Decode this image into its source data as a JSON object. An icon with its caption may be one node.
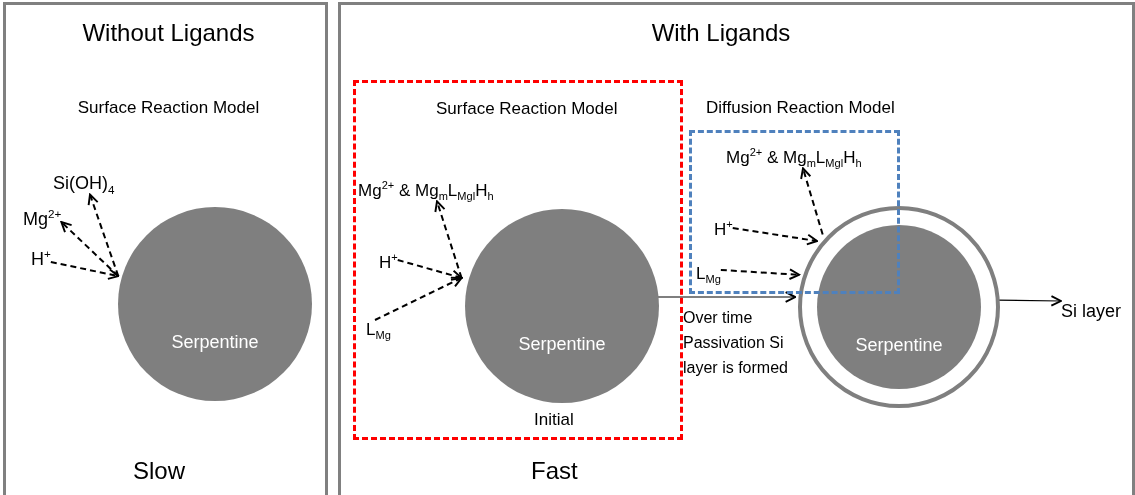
{
  "diagram": {
    "nodes": [
      {
        "text": [
          "Without Ligands",
          "Surface Reaction Model",
          "Slow"
        ]
      },
      {
        "text": [
          "Si(OH)$_{4}$"
        ],
        "in": 0
      },
      {
        "text": [
          "Mg$^{2+}$"
        ],
        "in": 0
      },
      {
        "text": [
          "H$^{+}$"
        ],
        "in": 0
      },
      {
        "text": [
          "Serpentine"
        ],
        "in": 0
      },
      {
        "text": [
          "With Ligands",
          "Fast"
        ]
      },
      {
        "text": [
          "Surface Reaction Model",
          "Initial"
        ],
        "in": 5
      },
      {
        "text": [
          "Mg$^{2+}$ & Mg$_{m}$L$_{Mgl}$H$_{h}$"
        ],
        "in": 6
      },
      {
        "text": [
          "H$^{+}$"
        ],
        "in": 6
      },
      {
        "text": [
          "L$_{Mg}$"
        ],
        "in": 6
      },
      {
        "text": [
          "Serpentine"
        ],
        "in": 6
      },
      {
        "text": [
          "Diffusion Reaction Model"
        ],
        "in": 5
      },
      {
        "text": [
          "Mg$^{2+}$ & Mg$_{m}$L$_{Mgl}$H$_{h}$"
        ],
        "in": 11
      },
      {
        "text": [
          "H$^{+}$"
        ],
        "in": 11
      },
      {
        "text": [
          "L$_{Mg}$"
        ],
        "in": 11
      },
      {
        "text": [
          "Serpentine"
        ],
        "in": 5
      },
      {
        "text": [
          "Si layer"
        ],
        "in": 5
      }
    ],
    "edges": [
      {
        "from": 4,
        "to": 1,
        "arrow": "to",
        "style": "dashed"
      },
      {
        "from": 4,
        "to": 2,
        "arrow": "to",
        "style": "dashed"
      },
      {
        "from": 3,
        "to": 4,
        "arrow": "to",
        "style": "dashed"
      },
      {
        "from": 10,
        "to": 7,
        "arrow": "to",
        "style": "dashed"
      },
      {
        "from": 8,
        "to": 10,
        "arrow": "to",
        "style": "dashed"
      },
      {
        "from": 9,
        "to": 10,
        "arrow": "to",
        "style": "dashed"
      },
      {
        "from": 15,
        "to": 12,
        "arrow": "to",
        "style": "dashed"
      },
      {
        "from": 13,
        "to": 15,
        "arrow": "to",
        "style": "dashed"
      },
      {
        "from": 14,
        "to": 15,
        "arrow": "to",
        "style": "dashed"
      },
      {
        "from": 10,
        "to": 15,
        "arrow": "to",
        "label": "Over time Passivation Si layer is formed"
      },
      {
        "from": 15,
        "to": 16,
        "arrow": "to"
      }
    ]
  }
}
